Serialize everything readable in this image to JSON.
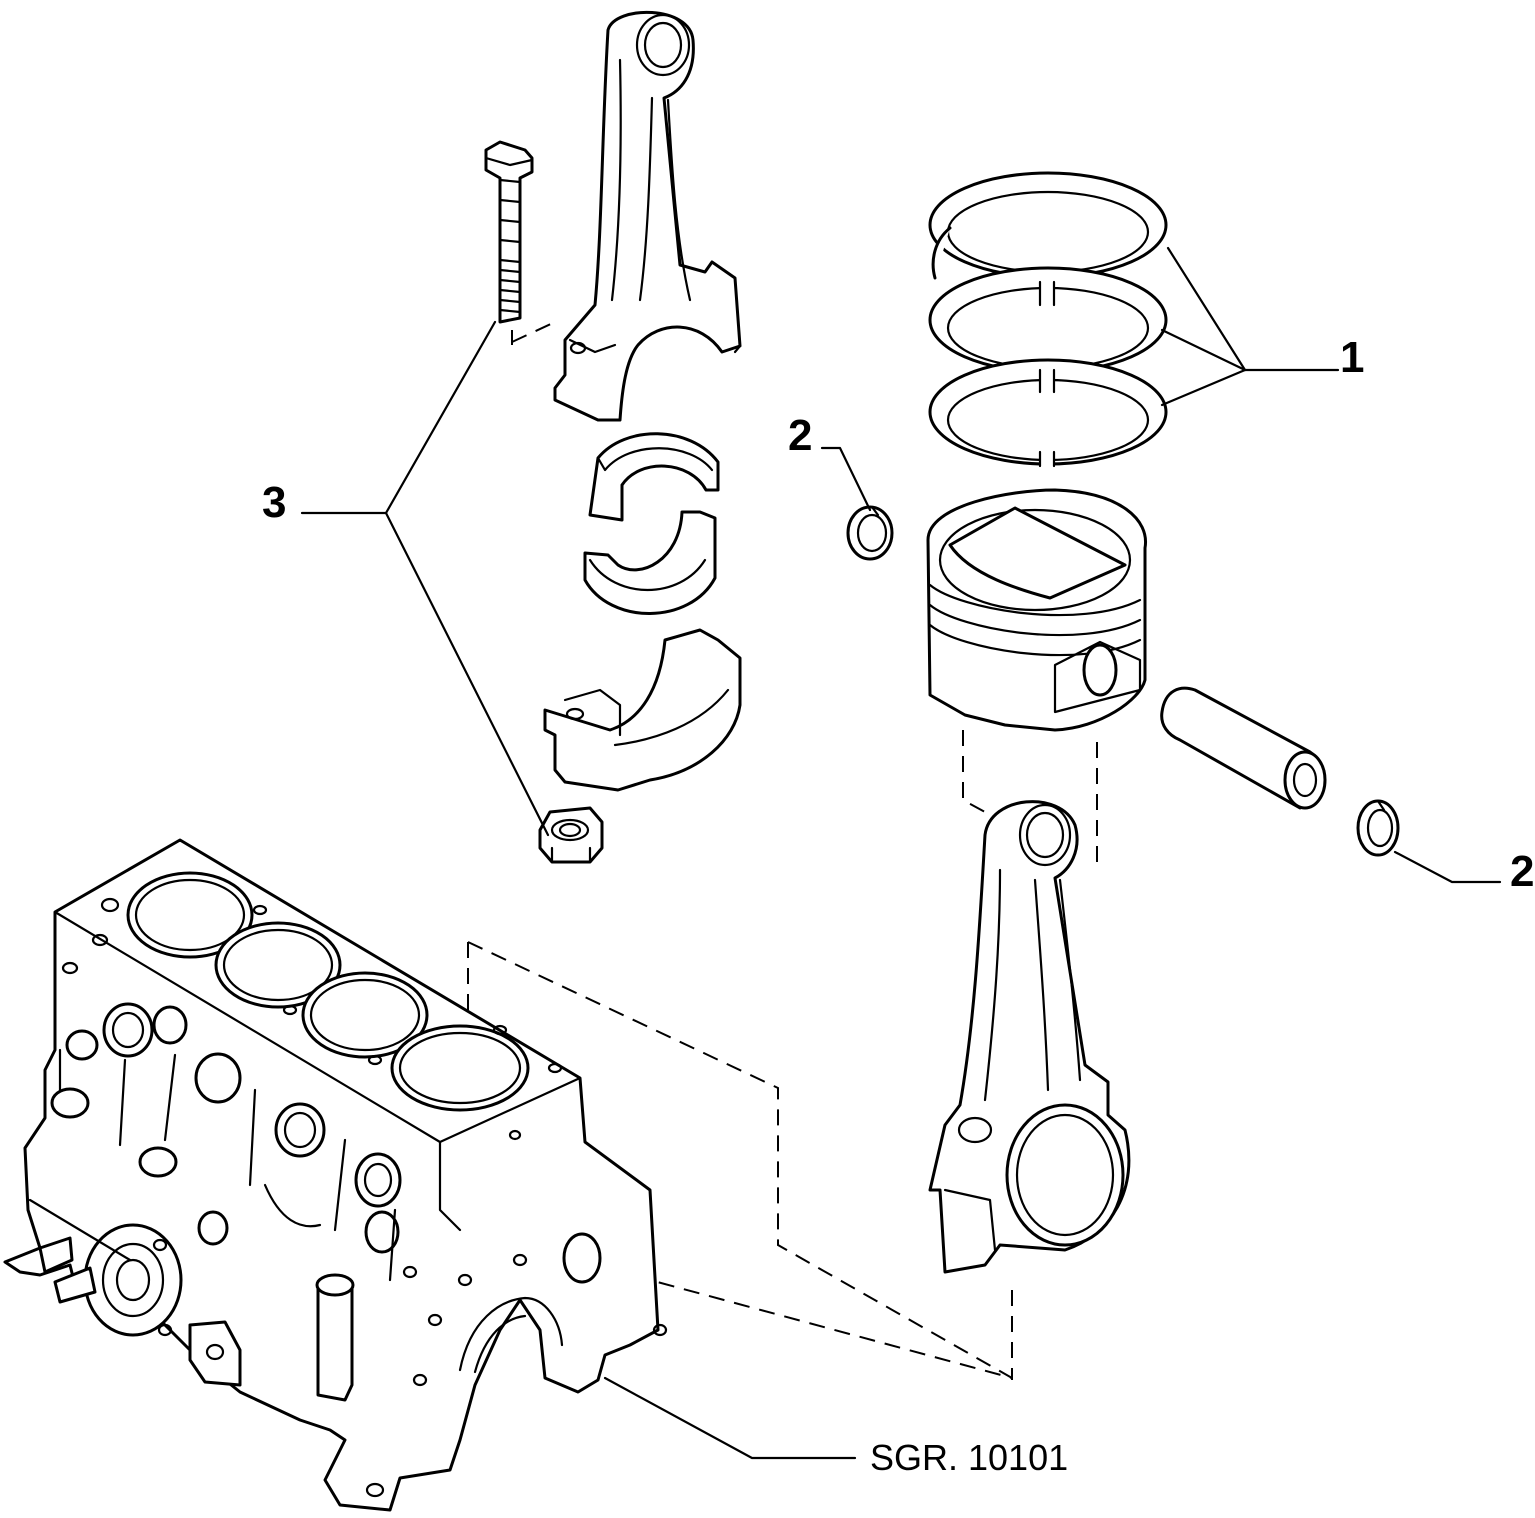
{
  "callouts": {
    "rings": "1",
    "circlip_left": "2",
    "circlip_right": "2",
    "conrod_bolt_nut_bearings": "3"
  },
  "reference": "SGR. 10101",
  "colors": {
    "line": "#000000",
    "background": "#ffffff"
  }
}
